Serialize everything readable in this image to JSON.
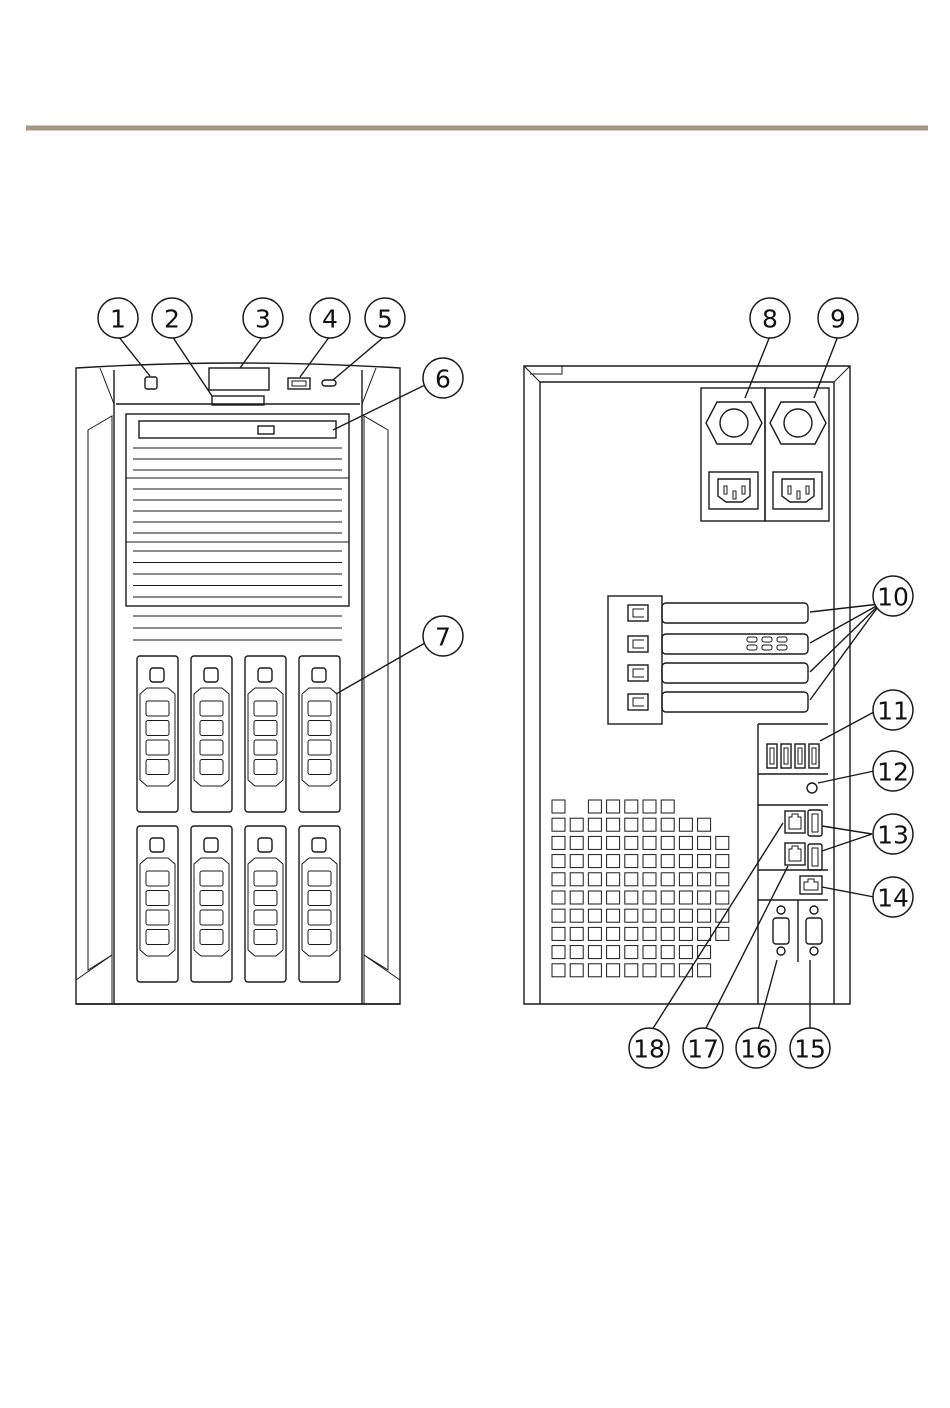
{
  "page": {
    "rule_color": "#a39587"
  },
  "callouts": {
    "c1": "1",
    "c2": "2",
    "c3": "3",
    "c4": "4",
    "c5": "5",
    "c6": "6",
    "c7": "7",
    "c8": "8",
    "c9": "9",
    "c10": "10",
    "c11": "11",
    "c12": "12",
    "c13": "13",
    "c14": "14",
    "c15": "15",
    "c16": "16",
    "c17": "17",
    "c18": "18"
  },
  "icons": {
    "psu_fan": "fan-grille-icon",
    "power_inlet": "power-inlet-icon",
    "usb_port": "usb-port-icon",
    "rj45_port": "ethernet-port-icon",
    "vga_port": "vga-port-icon",
    "serial_port": "serial-port-icon"
  }
}
